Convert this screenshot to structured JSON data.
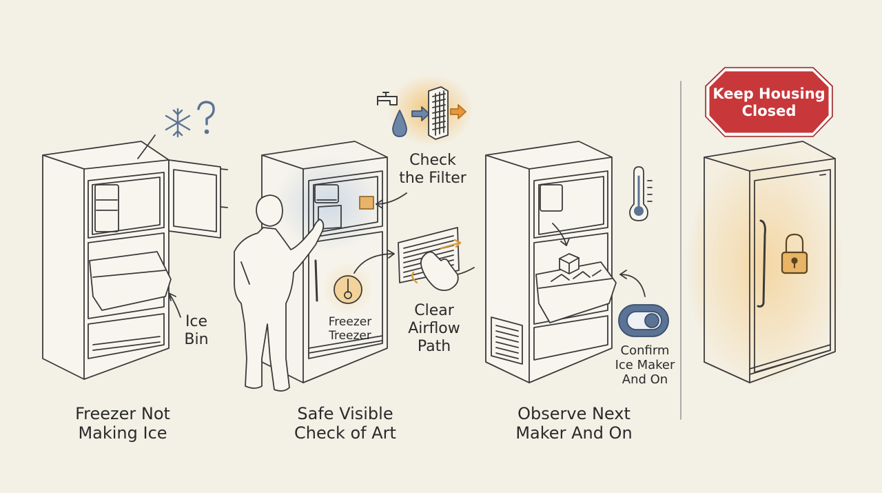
{
  "panels": [
    {
      "caption": [
        "Freezer Not",
        "Making Ice"
      ],
      "callout": [
        "Ice",
        "Bin"
      ]
    },
    {
      "caption": [
        "Safe Visible",
        "Check of Art"
      ],
      "filter_label": [
        "Check",
        "the Filter"
      ],
      "airflow_label": [
        "Clear",
        "Airflow",
        "Path"
      ],
      "thermostat_label": [
        "Freezer",
        "Treezer"
      ]
    },
    {
      "caption": [
        "Observe Next",
        "Maker And On"
      ],
      "switch_label": [
        "Confirm",
        "Ice Maker",
        "And On"
      ]
    },
    {
      "sign": [
        "Keep Housing",
        "Closed"
      ]
    }
  ],
  "colors": {
    "background": "#f3f0e6",
    "ink": "#3a3a3a",
    "blue_glow": "#8aa6d8",
    "orange_glow": "#f3c06a",
    "sign_red": "#c8373a",
    "icon_blue": "#5b7394"
  },
  "icons": [
    "snowflake-icon",
    "question-mark-icon",
    "water-tap-icon",
    "water-drop-icon",
    "filter-icon",
    "thermometer-icon",
    "toggle-switch-icon",
    "padlock-icon"
  ]
}
